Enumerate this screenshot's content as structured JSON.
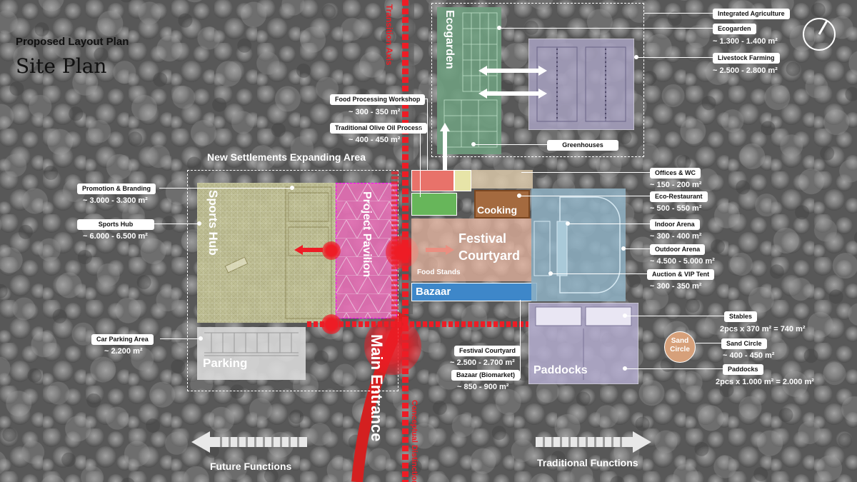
{
  "header": {
    "subtitle": "Proposed Layout Plan",
    "title": "Site Plan"
  },
  "axes": {
    "transition": "Transition Axis",
    "conceptual": "Conceptual Distinction"
  },
  "expanding_area": "New Settlements Expanding Area",
  "zones": {
    "sports_hub": "Sports Hub",
    "project_pavilion": "Project Pavilion",
    "parking": "Parking",
    "ecogarden": "Ecogarden",
    "cooking": "Cooking",
    "festival_courtyard": "Festival Courtyard",
    "food_stands": "Food Stands",
    "bazaar": "Bazaar",
    "paddocks": "Paddocks",
    "main_entrance": "Main Entrance",
    "sand_circle": "Sand Circle"
  },
  "left_tags": [
    {
      "label": "Promotion & Branding",
      "area": "~ 3.000 - 3.300 m²"
    },
    {
      "label": "Sports Hub",
      "area": "~ 6.000 - 6.500 m²"
    },
    {
      "label": "Car Parking Area",
      "area": "~ 2.200 m²"
    }
  ],
  "center_tags": [
    {
      "label": "Food Processing Workshop",
      "area": "~ 300 - 350 m²"
    },
    {
      "label": "Traditional Olive Oil Process",
      "area": "~ 400 - 450 m²"
    },
    {
      "label": "Greenhouses",
      "area": ""
    },
    {
      "label": "Festival Courtyard",
      "area": "~ 2.500 - 2.700 m²"
    },
    {
      "label": "Bazaar (Biomarket)",
      "area": "~ 850 - 900 m²"
    }
  ],
  "right_tags": [
    {
      "label": "Integrated Agriculture",
      "area": ""
    },
    {
      "label": "Ecogarden",
      "area": "~ 1.300 - 1.400 m²"
    },
    {
      "label": "Livestock Farming",
      "area": "~ 2.500 - 2.800 m²"
    },
    {
      "label": "Offices & WC",
      "area": "~ 150 - 200 m²"
    },
    {
      "label": "Eco-Restaurant",
      "area": "~ 500 - 550 m²"
    },
    {
      "label": "Indoor Arena",
      "area": "~ 300 - 400 m²"
    },
    {
      "label": "Outdoor Arena",
      "area": "~ 4.500 - 5.000 m²"
    },
    {
      "label": "Auction & VIP Tent",
      "area": "~ 300 - 350 m²"
    },
    {
      "label": "Stables",
      "area": "2pcs x 370 m² = 740 m²"
    },
    {
      "label": "Sand Circle",
      "area": "~ 400 - 450 m²"
    },
    {
      "label": "Paddocks",
      "area": "2pcs x 1.000 m² = 2.000 m²"
    }
  ],
  "bottom": {
    "future": "Future Functions",
    "traditional": "Traditional Functions"
  },
  "colors": {
    "sports": "#c9c496",
    "pavilion": "#e76fb6",
    "ecogarden": "#6f9f80",
    "livestock": "#a9a3c2",
    "arena": "#8fb2c4",
    "paddocks": "#b3acce",
    "bazaar": "#3e87c9",
    "cooking": "#a46a3f",
    "courtyard": "#e8b5a0",
    "red": "#ee1c25",
    "sand": "#d6a07a"
  }
}
